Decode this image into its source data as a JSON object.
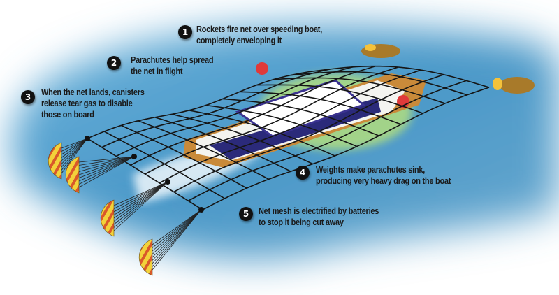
{
  "callouts": [
    {
      "number": "1",
      "lines": [
        "Rockets fire net over speeding boat,",
        "completely enveloping it"
      ]
    },
    {
      "number": "2",
      "lines": [
        "Parachutes help spread",
        "the net in flight"
      ]
    },
    {
      "number": "3",
      "lines": [
        "When the net lands, canisters",
        "release tear gas to disable",
        "those on board"
      ]
    },
    {
      "number": "4",
      "lines": [
        "Weights make parachutes sink,",
        "producing very heavy drag on the boat"
      ]
    },
    {
      "number": "5",
      "lines": [
        "Net mesh is electrified by batteries",
        "to stop it being cut away"
      ]
    }
  ],
  "colors": {
    "water": "#4f9fcf",
    "net": "#151515",
    "parachute_yellow": "#f2d23a",
    "parachute_red": "#d9582a",
    "boat_hull": "#c98a3a",
    "gas": "#b8e27a",
    "rocket": "#a87a2a"
  }
}
